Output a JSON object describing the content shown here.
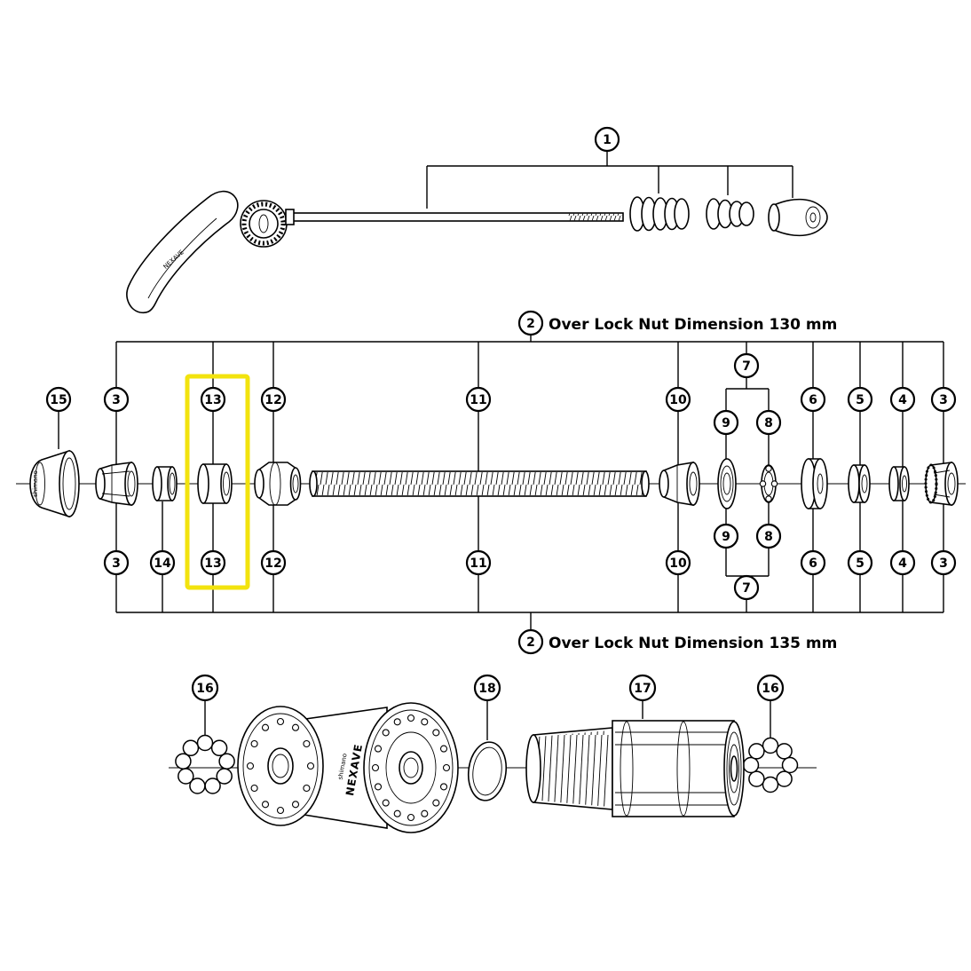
{
  "colors": {
    "highlight": "#f2e30e",
    "line": "#000000",
    "background": "#ffffff"
  },
  "callouts": {
    "qr": "1",
    "top": [
      "15",
      "3",
      "13",
      "12",
      "11",
      "10",
      "7",
      "9",
      "8",
      "6",
      "5",
      "4",
      "3"
    ],
    "bottom": [
      "3",
      "14",
      "13",
      "12",
      "11",
      "10",
      "9",
      "8",
      "7",
      "6",
      "5",
      "4",
      "3"
    ],
    "lower": [
      "16",
      "18",
      "17",
      "16"
    ]
  },
  "annotations": {
    "olnd_130": {
      "num": "2",
      "text": "Over Lock Nut Dimension 130 mm"
    },
    "olnd_135": {
      "num": "2",
      "text": "Over Lock Nut Dimension 135 mm"
    }
  },
  "markings": {
    "lever": "NEXAVE",
    "dust_cap": "shimano",
    "hub_brand_small": "shimano",
    "hub_brand": "NEXAVE"
  }
}
